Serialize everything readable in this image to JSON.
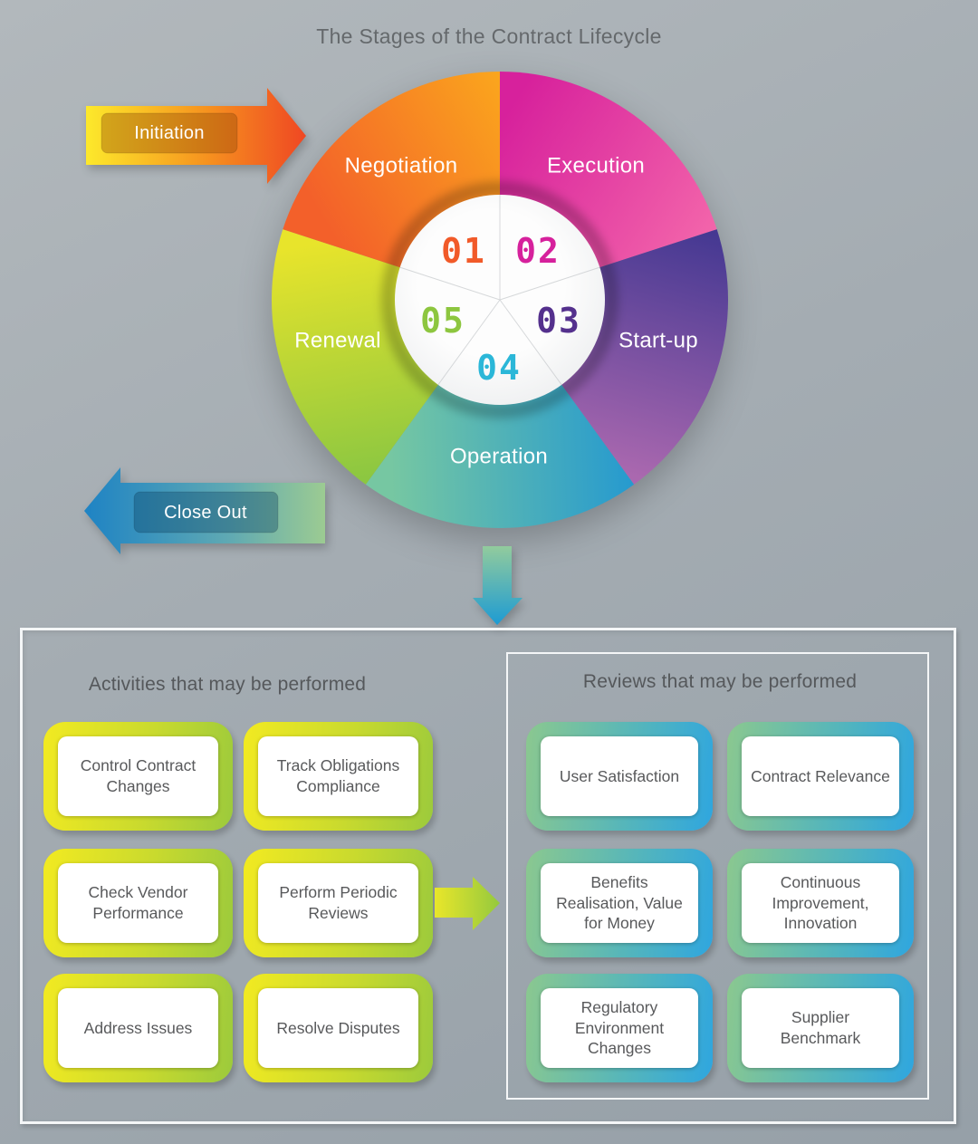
{
  "title": "The Stages of the Contract Lifecycle",
  "wheel": {
    "segments": [
      {
        "number": "01",
        "label": "Negotiation",
        "number_color": "#f15a29"
      },
      {
        "number": "02",
        "label": "Execution",
        "number_color": "#d6219c"
      },
      {
        "number": "03",
        "label": "Start-up",
        "number_color": "#54308d"
      },
      {
        "number": "04",
        "label": "Operation",
        "number_color": "#2bb7d8"
      },
      {
        "number": "05",
        "label": "Renewal",
        "number_color": "#8dc63f"
      }
    ]
  },
  "flow_arrows": {
    "initiation": "Initiation",
    "close_out": "Close Out"
  },
  "activities": {
    "header": "Activities that may be performed",
    "items": [
      "Control Contract Changes",
      "Track Obligations Compliance",
      "Check Vendor Performance",
      "Perform Periodic Reviews",
      "Address Issues",
      "Resolve Disputes"
    ]
  },
  "reviews": {
    "header": "Reviews that may be performed",
    "items": [
      "User Satisfaction",
      "Contract Relevance",
      "Benefits Realisation, Value for Money",
      "Continuous Improvement, Innovation",
      "Regulatory Environment Changes",
      "Supplier Benchmark"
    ]
  },
  "palette": {
    "negotiation": [
      "#f3602a",
      "#fbab1c"
    ],
    "execution": [
      "#d7219c",
      "#f468ab"
    ],
    "startup": [
      "#3e3590",
      "#aa68af"
    ],
    "operation": [
      "#76c7a2",
      "#1f96d3"
    ],
    "renewal": [
      "#e8e42b",
      "#8cc741"
    ],
    "activity_card": [
      "#f2ea21",
      "#9cca3c"
    ],
    "review_card": [
      "#8bc88f",
      "#2fa6df"
    ],
    "initiation_arrow": [
      "#fde92b",
      "#ef4723"
    ],
    "close_out_arrow": [
      "#1e83c4",
      "#9ccb92"
    ],
    "down_arrow": [
      "#92cb9d",
      "#1d9bd3"
    ]
  }
}
